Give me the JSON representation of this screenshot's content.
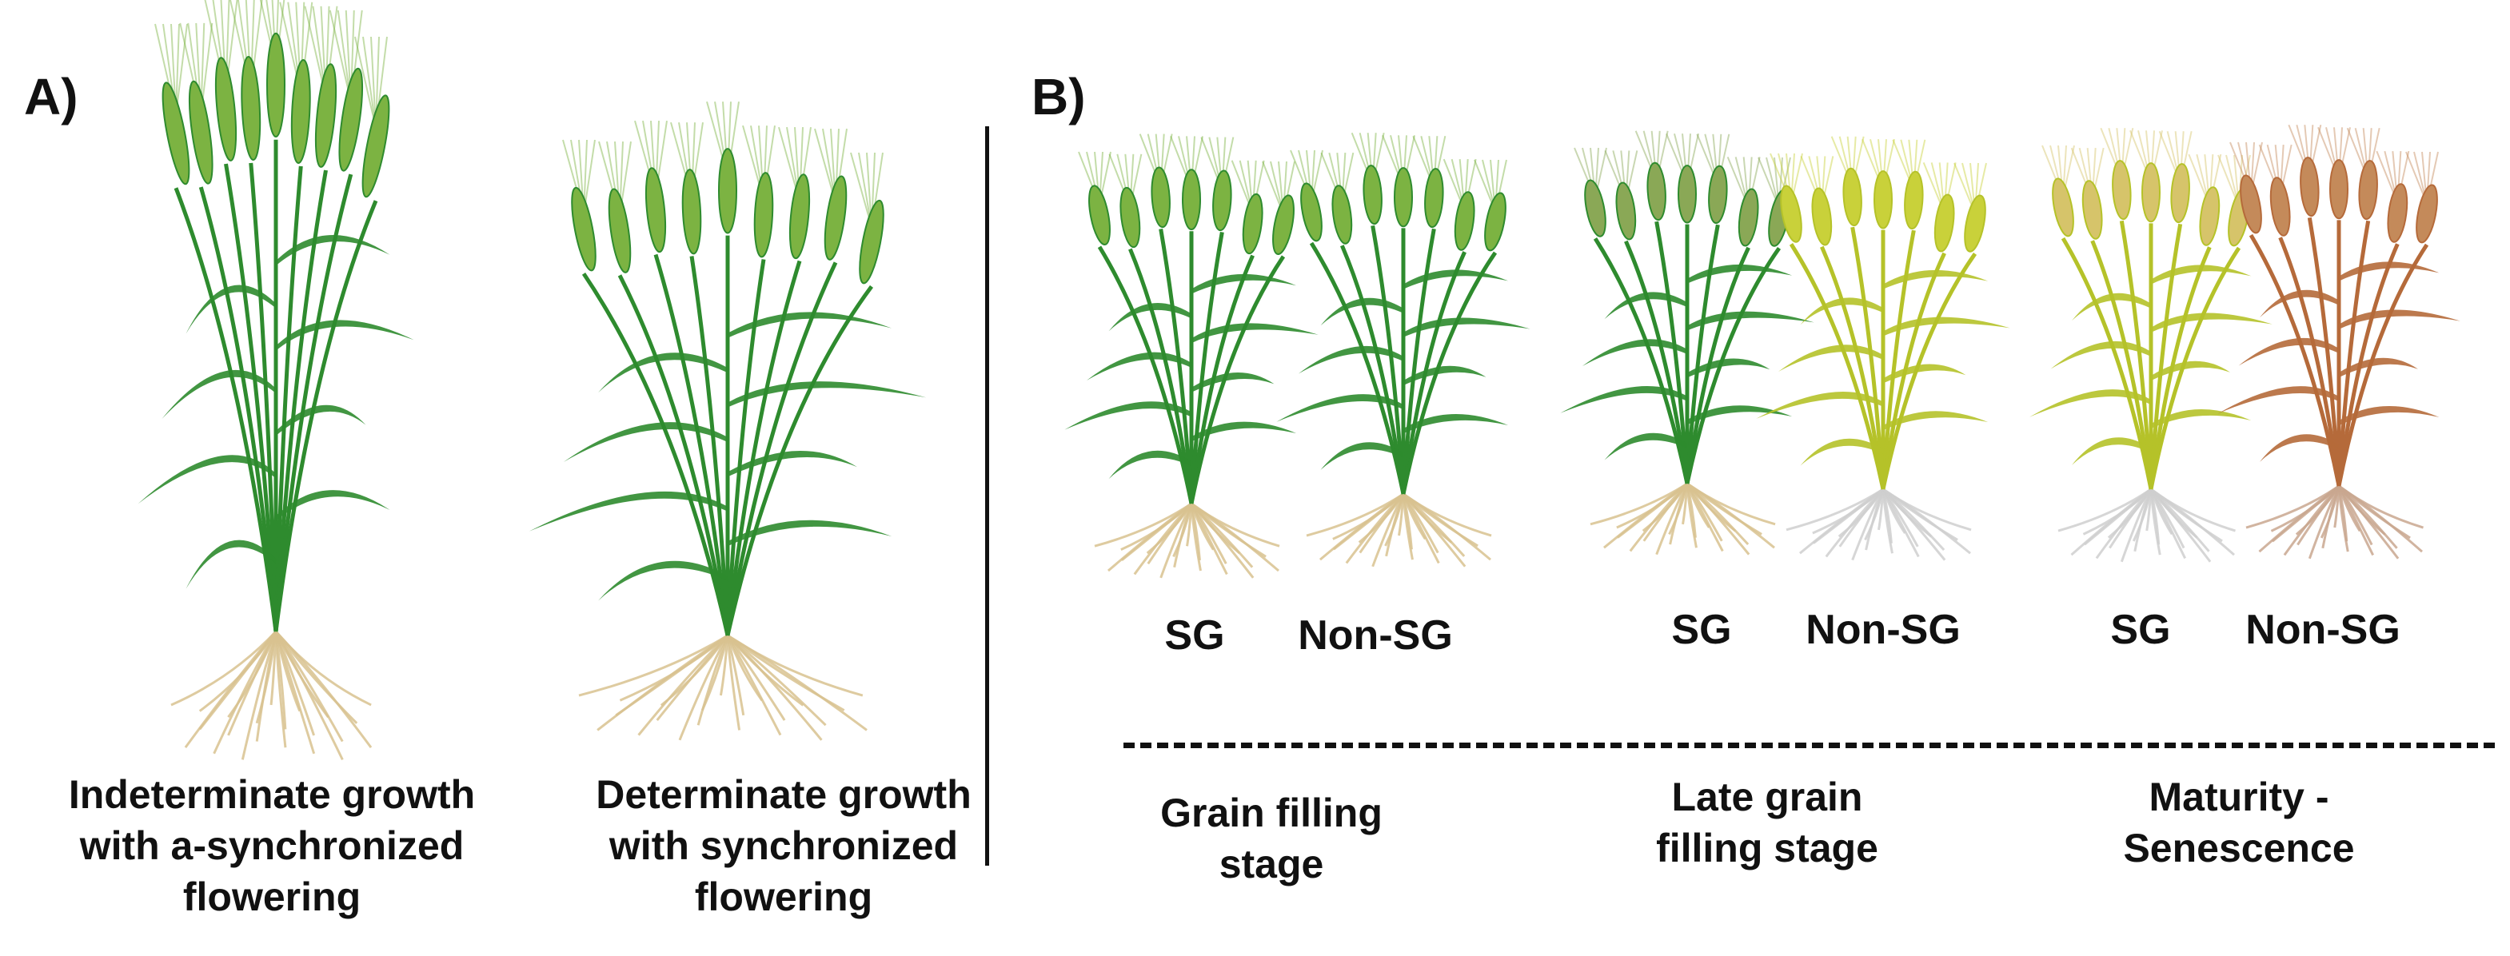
{
  "panel_a": {
    "tag": "A)",
    "captions": [
      "Indeterminate growth\nwith a-synchronized\nflowering",
      "Determinate growth\nwith synchronized\nflowering"
    ]
  },
  "panel_b": {
    "tag": "B)",
    "plant_labels": [
      "SG",
      "Non-SG",
      "SG",
      "Non-SG",
      "SG",
      "Non-SG"
    ],
    "stages": [
      "Grain filling\nstage",
      "Late grain\nfilling stage",
      "Maturity -\nSenescence"
    ]
  },
  "colors": {
    "green_dark": "#2e8b2e",
    "green_light": "#7cb342",
    "yellow_green": "#b5c229",
    "straw": "#d6c46a",
    "brown": "#b56a3a",
    "root_tan": "#d8c28f",
    "root_grey": "#cfcfcf"
  }
}
